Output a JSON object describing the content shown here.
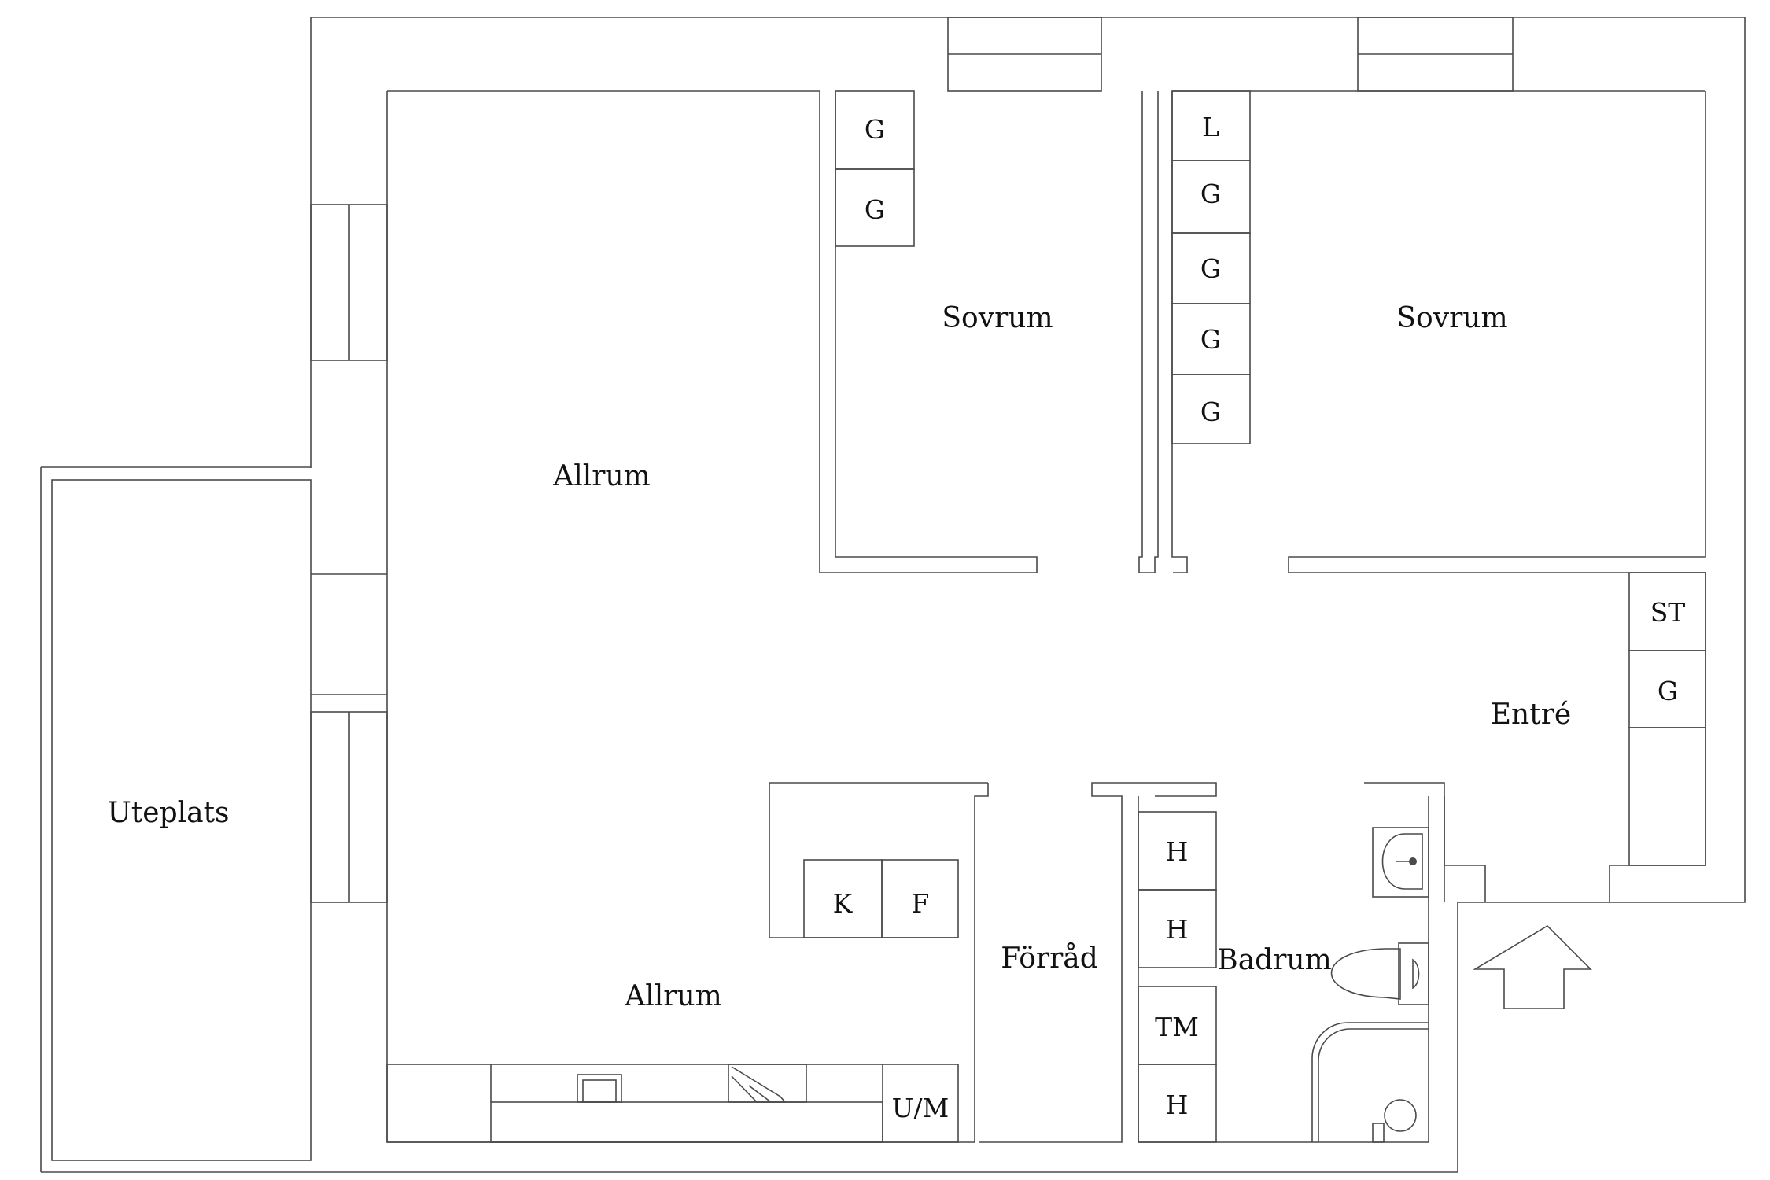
{
  "rooms": {
    "allrum_upper": "Allrum",
    "allrum_lower": "Allrum",
    "sovrum_left": "Sovrum",
    "sovrum_right": "Sovrum",
    "uteplats": "Uteplats",
    "entre": "Entré",
    "forrad": "Förråd",
    "badrum": "Badrum"
  },
  "fixtures": {
    "sovrum_left_wardrobes": [
      "G",
      "G"
    ],
    "sovrum_right_wardrobes": [
      "L",
      "G",
      "G",
      "G",
      "G"
    ],
    "entre_storage": [
      "ST",
      "G"
    ],
    "kitchen_appliances": [
      "K",
      "F"
    ],
    "dishwasher_oven": "U/M",
    "forrad_storage": [
      "H",
      "H",
      "TM",
      "H"
    ]
  },
  "icons": {
    "entrance": "entrance-arrow-icon",
    "sink": "sink-icon",
    "washbasin": "washbasin-icon",
    "toilet": "toilet-icon",
    "shower": "shower-icon",
    "stove": "stove-icon"
  }
}
